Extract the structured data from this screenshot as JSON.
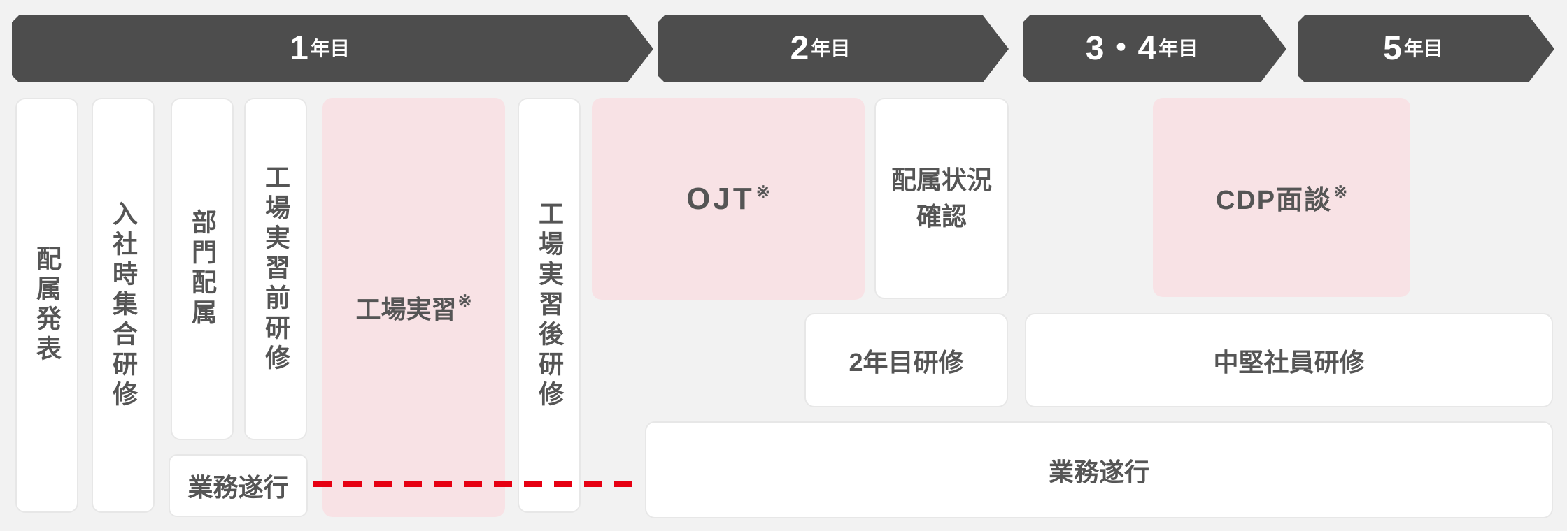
{
  "colors": {
    "background": "#f2f2f2",
    "banner_bg": "#4d4d4d",
    "banner_text": "#ffffff",
    "card_bg": "#ffffff",
    "card_border": "#e7e7e7",
    "highlight_pink": "#f8e2e5",
    "text": "#555555",
    "dashed_line_red": "#e60012"
  },
  "timeline": {
    "banners": [
      {
        "number": "1",
        "suffix": "年目"
      },
      {
        "number": "2",
        "suffix": "年目"
      },
      {
        "number": "3・4",
        "suffix": "年目"
      },
      {
        "number": "5",
        "suffix": "年目"
      }
    ]
  },
  "cards": {
    "assignment_announcement": {
      "label": "配属発表"
    },
    "onboarding_group_training": {
      "label": "入社時集合研修"
    },
    "department_assignment": {
      "label": "部門配属"
    },
    "pre_factory_training": {
      "label": "工場実習前研修"
    },
    "factory_training": {
      "label": "工場実習",
      "note": "※"
    },
    "post_factory_training": {
      "label": "工場実習後研修"
    },
    "ojt": {
      "label": "OJT",
      "note": "※"
    },
    "assignment_status_check": {
      "label_line1": "配属状況",
      "label_line2": "確認"
    },
    "cdp_interview": {
      "label": "CDP面談",
      "note": "※"
    },
    "second_year_training": {
      "label": "2年目研修"
    },
    "mid_career_training": {
      "label": "中堅社員研修"
    },
    "work_execution_start": {
      "label": "業務遂行"
    },
    "work_execution_ongoing": {
      "label": "業務遂行"
    }
  }
}
